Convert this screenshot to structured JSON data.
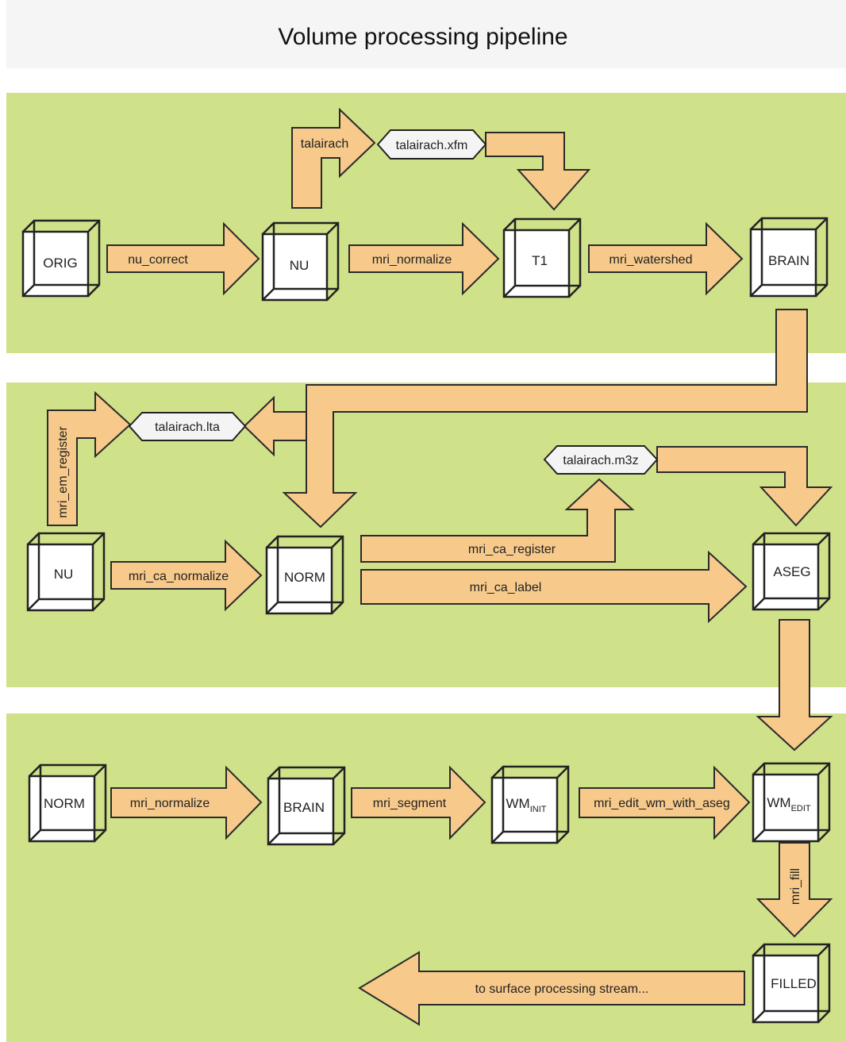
{
  "title": "Volume processing pipeline",
  "colors": {
    "panel": "#cfe189",
    "arrow_fill": "#f7c98b",
    "outline": "#222222",
    "hex_fill": "#f4f4f4",
    "title_bg": "#f5f5f5"
  },
  "panels": [
    "stage-1",
    "stage-2",
    "stage-3"
  ],
  "volumes": {
    "orig": "ORIG",
    "nu1": "NU",
    "t1": "T1",
    "brain1": "BRAIN",
    "nu2": "NU",
    "norm1": "NORM",
    "aseg": "ASEG",
    "norm2": "NORM",
    "brain2": "BRAIN",
    "wm_init": {
      "main": "WM",
      "sub": "INIT"
    },
    "wm_edit": {
      "main": "WM",
      "sub": "EDIT"
    },
    "filled": "FILLED"
  },
  "files": {
    "talairach_xfm": "talairach.xfm",
    "talairach_lta": "talairach.lta",
    "talairach_m3z": "talairach.m3z"
  },
  "steps": {
    "nu_correct": "nu_correct",
    "talairach": "talairach",
    "mri_normalize_1": "mri_normalize",
    "mri_watershed": "mri_watershed",
    "mri_em_register": "mri_em_register",
    "mri_ca_normalize": "mri_ca_normalize",
    "mri_ca_register": "mri_ca_register",
    "mri_ca_label": "mri_ca_label",
    "mri_normalize_2": "mri_normalize",
    "mri_segment": "mri_segment",
    "mri_edit_wm_with_aseg": "mri_edit_wm_with_aseg",
    "mri_fill": "mri_fill",
    "to_surface": "to surface processing stream..."
  }
}
